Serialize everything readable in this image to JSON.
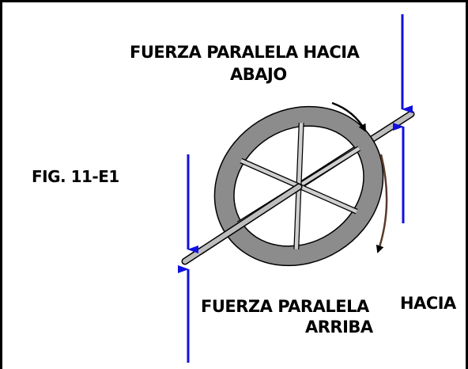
{
  "figure_label": "FIG. 11-E1",
  "top_force": {
    "line1": "FUERZA PARALELA HACIA",
    "line2": "ABAJO"
  },
  "bottom_force": {
    "line1": "FUERZA PARALELA",
    "line1b": "HACIA",
    "line2": "ARRIBA"
  },
  "colors": {
    "arrow": "#1010e0",
    "wheel_rim": "#8c8c8c",
    "outline": "#000000",
    "rotation_arrow": "#5a3a2a"
  }
}
